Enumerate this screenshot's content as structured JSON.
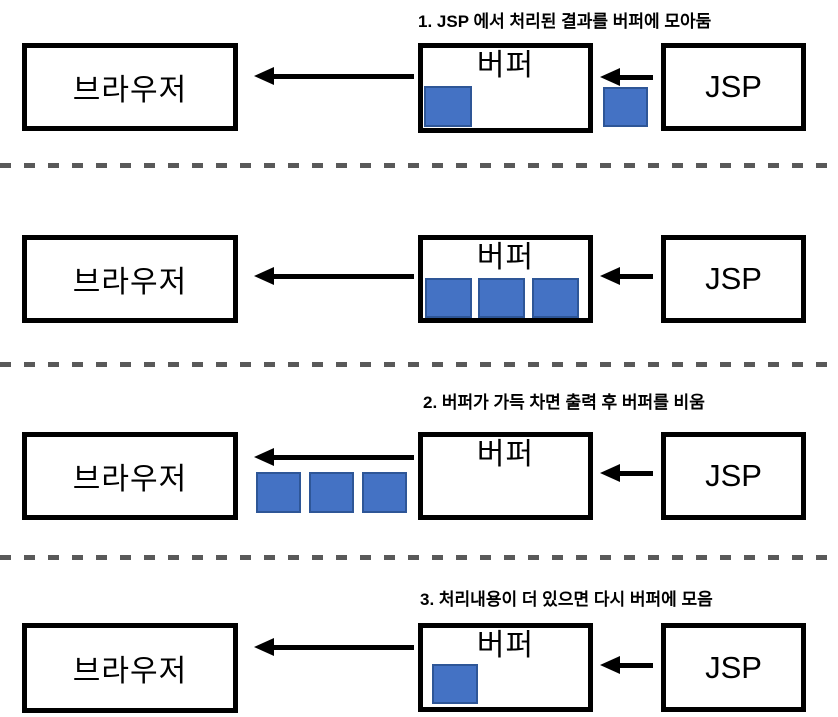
{
  "diagram": {
    "title_context": "JSP buffer output flow",
    "labels": {
      "browser": "브라우저",
      "buffer": "버퍼",
      "jsp": "JSP"
    },
    "captions": {
      "step1": "1. JSP 에서 처리된 결과를 버퍼에 모아둠",
      "step2": "2. 버퍼가 가득 차면 출력 후 버퍼를 비움",
      "step3": "3. 처리내용이 더 있으면 다시 버퍼에 모음"
    },
    "colors": {
      "chunk_fill": "#4472C4",
      "chunk_border": "#2E5697",
      "box_border": "#000000",
      "divider": "#595959"
    },
    "rows": [
      {
        "buffer_chunk_count": 1,
        "transit_chunks": 1,
        "transit_location": "between-jsp-and-buffer"
      },
      {
        "buffer_chunk_count": 3,
        "transit_chunks": 0,
        "transit_location": "none"
      },
      {
        "buffer_chunk_count": 0,
        "transit_chunks": 3,
        "transit_location": "between-buffer-and-browser"
      },
      {
        "buffer_chunk_count": 1,
        "transit_chunks": 0,
        "transit_location": "none"
      }
    ]
  }
}
